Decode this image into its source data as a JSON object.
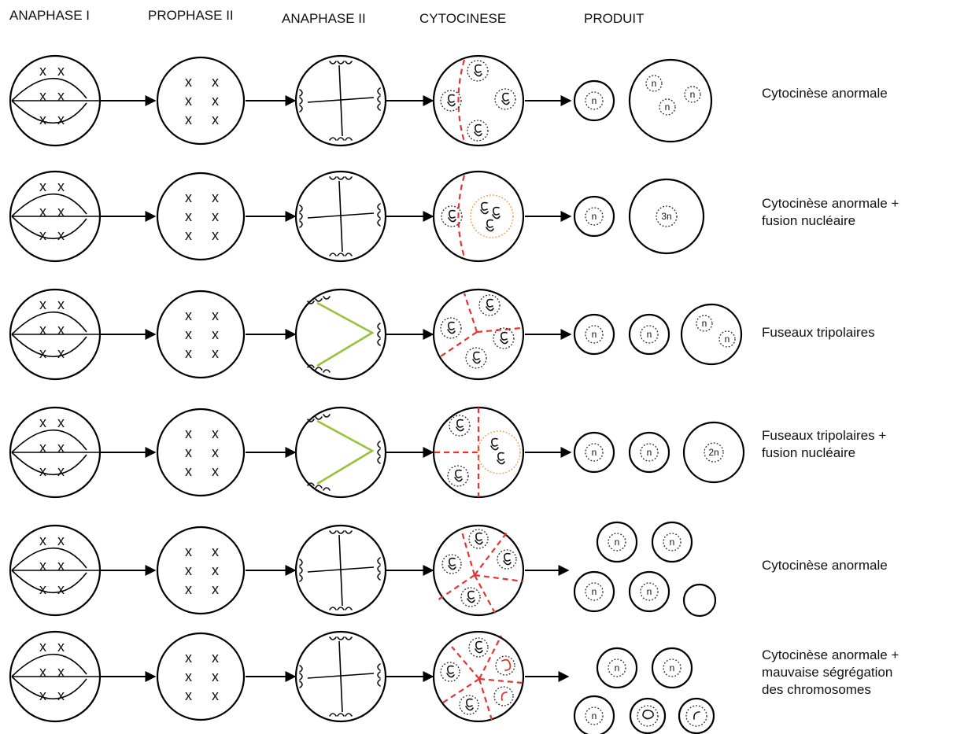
{
  "headers": {
    "anaphase1": "ANAPHASE I",
    "prophase2": "PROPHASE II",
    "anaphase2": "ANAPHASE II",
    "cytocinese": "CYTOCINESE",
    "produit": "PRODUIT"
  },
  "rows": [
    {
      "label_lines": [
        "Cytocinèse anormale"
      ]
    },
    {
      "label_lines": [
        "Cytocinèse anormale +",
        "fusion nucléaire"
      ]
    },
    {
      "label_lines": [
        "Fuseaux tripolaires"
      ]
    },
    {
      "label_lines": [
        "Fuseaux tripolaires +",
        "fusion nucléaire"
      ]
    },
    {
      "label_lines": [
        "Cytocinèse anormale"
      ]
    },
    {
      "label_lines": [
        "Cytocinèse anormale +",
        "mauvaise ségrégation",
        "des chromosomes"
      ]
    }
  ],
  "nucleus_labels": {
    "haploid": "n",
    "triploid": "3n",
    "diploid": "2n"
  },
  "colors": {
    "red_dashes": "#e8322d",
    "green_spindle": "#99c23a",
    "orange_nucleus": "#f0a050"
  }
}
